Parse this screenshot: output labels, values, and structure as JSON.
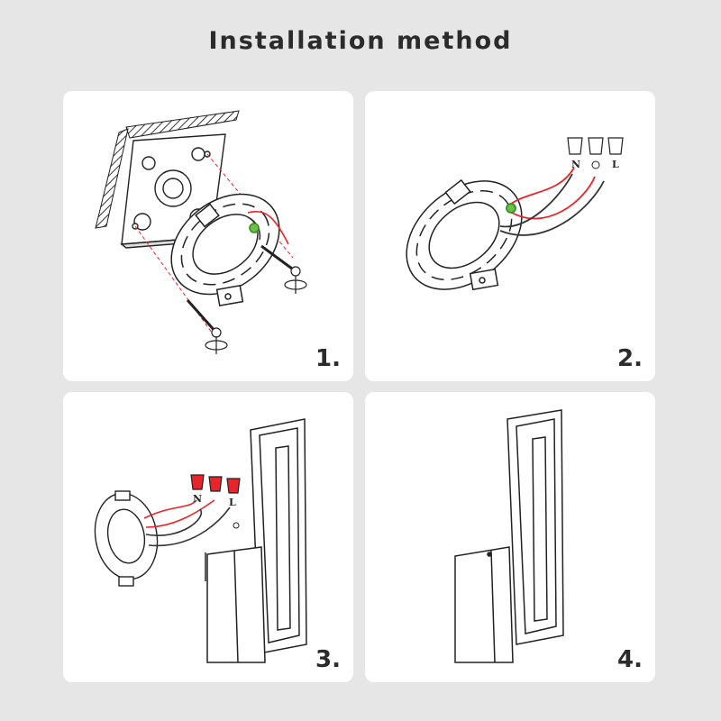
{
  "title": "Installation method",
  "colors": {
    "background": "#e6e6e6",
    "panel": "#ffffff",
    "wire_live": "#e8252b",
    "wire_neutral": "#333333",
    "wire_ground": "#6cc04a"
  },
  "steps": [
    {
      "label": "1."
    },
    {
      "label": "2."
    },
    {
      "label": "3."
    },
    {
      "label": "4."
    }
  ],
  "terminals": {
    "neutral": "N",
    "live": "L"
  }
}
